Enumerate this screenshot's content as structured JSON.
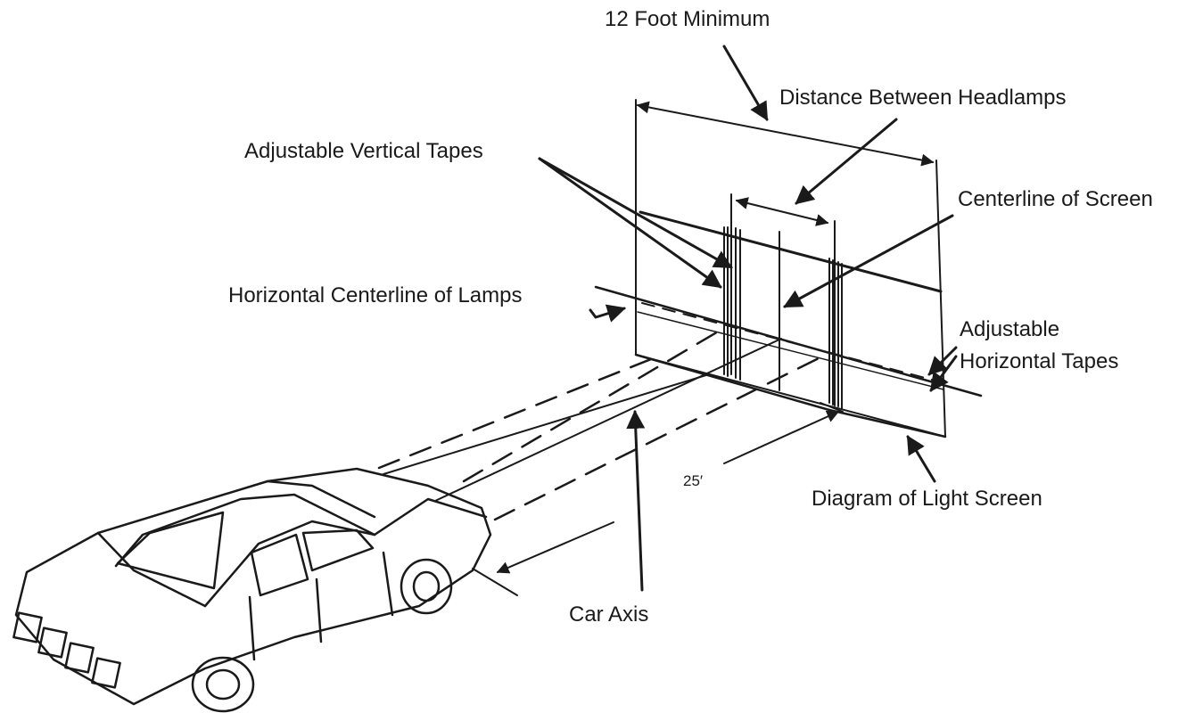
{
  "labels": {
    "twelve_foot_minimum": "12 Foot Minimum",
    "distance_between_headlamps": "Distance Between Headlamps",
    "adjustable_vertical_tapes": "Adjustable Vertical Tapes",
    "centerline_of_screen": "Centerline of Screen",
    "horizontal_centerline_of_lamps": "Horizontal Centerline of Lamps",
    "adjustable_horizontal_tapes_line1": "Adjustable",
    "adjustable_horizontal_tapes_line2": "Horizontal Tapes",
    "distance_25": "25′",
    "diagram_of_light_screen": "Diagram of Light Screen",
    "car_axis": "Car Axis"
  },
  "colors": {
    "ink": "#1a1a1a",
    "background": "#ffffff"
  }
}
